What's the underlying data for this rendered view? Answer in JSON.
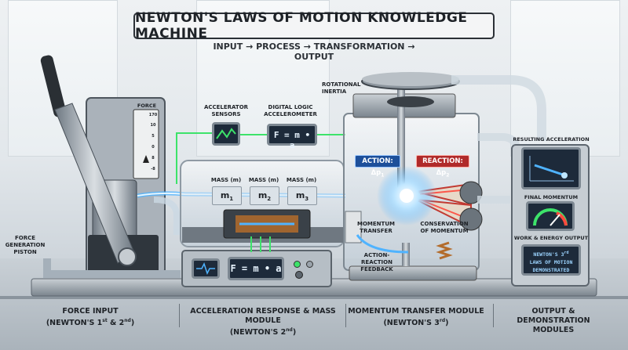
{
  "title": "NEWTON'S LAWS OF MOTION KNOWLEDGE MACHINE",
  "subtitle": "INPUT → PROCESS → TRANSFORMATION → OUTPUT",
  "labels": {
    "force": "FORCE",
    "force_piston_1": "FORCE",
    "force_piston_2": "GENERATION",
    "force_piston_3": "PISTON",
    "accel_sensors_1": "ACCELERATOR",
    "accel_sensors_2": "SENSORS",
    "digital_logic_1": "DIGITAL LOGIC",
    "digital_logic_2": "ACCELEROMETER",
    "formula": "F = m • a",
    "mass_label": "MASS (m)",
    "m1": "m",
    "m2": "m",
    "m3": "m",
    "m1_sub": "1",
    "m2_sub": "2",
    "m3_sub": "3",
    "rotational_1": "ROTATIONAL",
    "rotational_2": "INERTIA",
    "action": "ACTION: Δp",
    "action_sub": "1",
    "reaction": "REACTION: Δp",
    "reaction_sub": "2",
    "momentum_transfer_1": "MOMENTUM",
    "momentum_transfer_2": "TRANSFER",
    "conservation_1": "CONSERVATION",
    "conservation_2": "OF MOMENTUM",
    "feedback_1": "ACTION-REACTION",
    "feedback_2": "FEEDBACK",
    "resulting_accel": "RESULTING ACCELERATION",
    "final_momentum": "FINAL MOMENTUM",
    "work_energy": "WORK & ENERGY OUTPUT",
    "newton3_1": "NEWTON'S 3",
    "newton3_sup": "rd",
    "newton3_2": "LAWS OF MOTION",
    "newton3_3": "DEMONSTRATED",
    "gauge_ticks": [
      "170",
      "10",
      "5",
      "0",
      "8",
      "-8"
    ]
  },
  "captions": {
    "c1_line1": "FORCE INPUT",
    "c1_line2": "(NEWTON'S 1",
    "c1_sup1": "st",
    "c1_mid": " & 2",
    "c1_sup2": "nd",
    "c1_end": ")",
    "c2_line1": "ACCELERATION RESPONSE & MASS MODULE",
    "c2_line2": "(NEWTON'S 2",
    "c2_sup": "nd",
    "c2_end": ")",
    "c3_line1": "MOMENTUM TRANSFER MODULE",
    "c3_line2": "(NEWTON'S 3",
    "c3_sup": "rd",
    "c3_end": ")",
    "c4_line1": "OUTPUT & DEMONSTRATION",
    "c4_line2": "MODULES"
  },
  "colors": {
    "glow_blue": "#4fb3ff",
    "glow_green": "#3de36a",
    "glow_red": "#ff4a3d",
    "action_bg": "#1d4f9a",
    "reaction_bg": "#b02a2a",
    "screen_bg": "#1d2a3a"
  }
}
